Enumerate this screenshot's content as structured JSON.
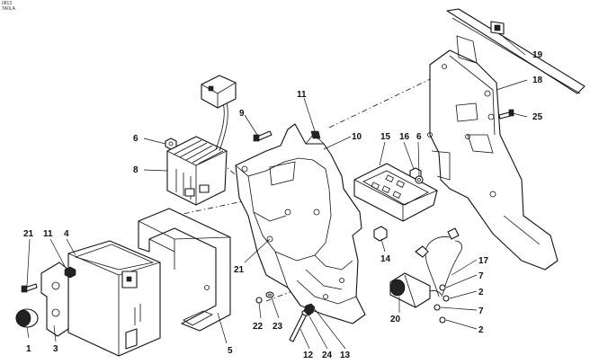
{
  "figure": {
    "ref_code": "0813",
    "ref_suffix": "TA0LA"
  },
  "callouts": [
    "19",
    "18",
    "25",
    "11",
    "9",
    "6",
    "8",
    "10",
    "15",
    "16",
    "6",
    "14",
    "21",
    "21",
    "11",
    "4",
    "1",
    "3",
    "5",
    "22",
    "23",
    "12",
    "24",
    "13",
    "20",
    "17",
    "7",
    "2",
    "7",
    "2"
  ],
  "colors": {
    "line": "#111111",
    "background": "#ffffff"
  }
}
